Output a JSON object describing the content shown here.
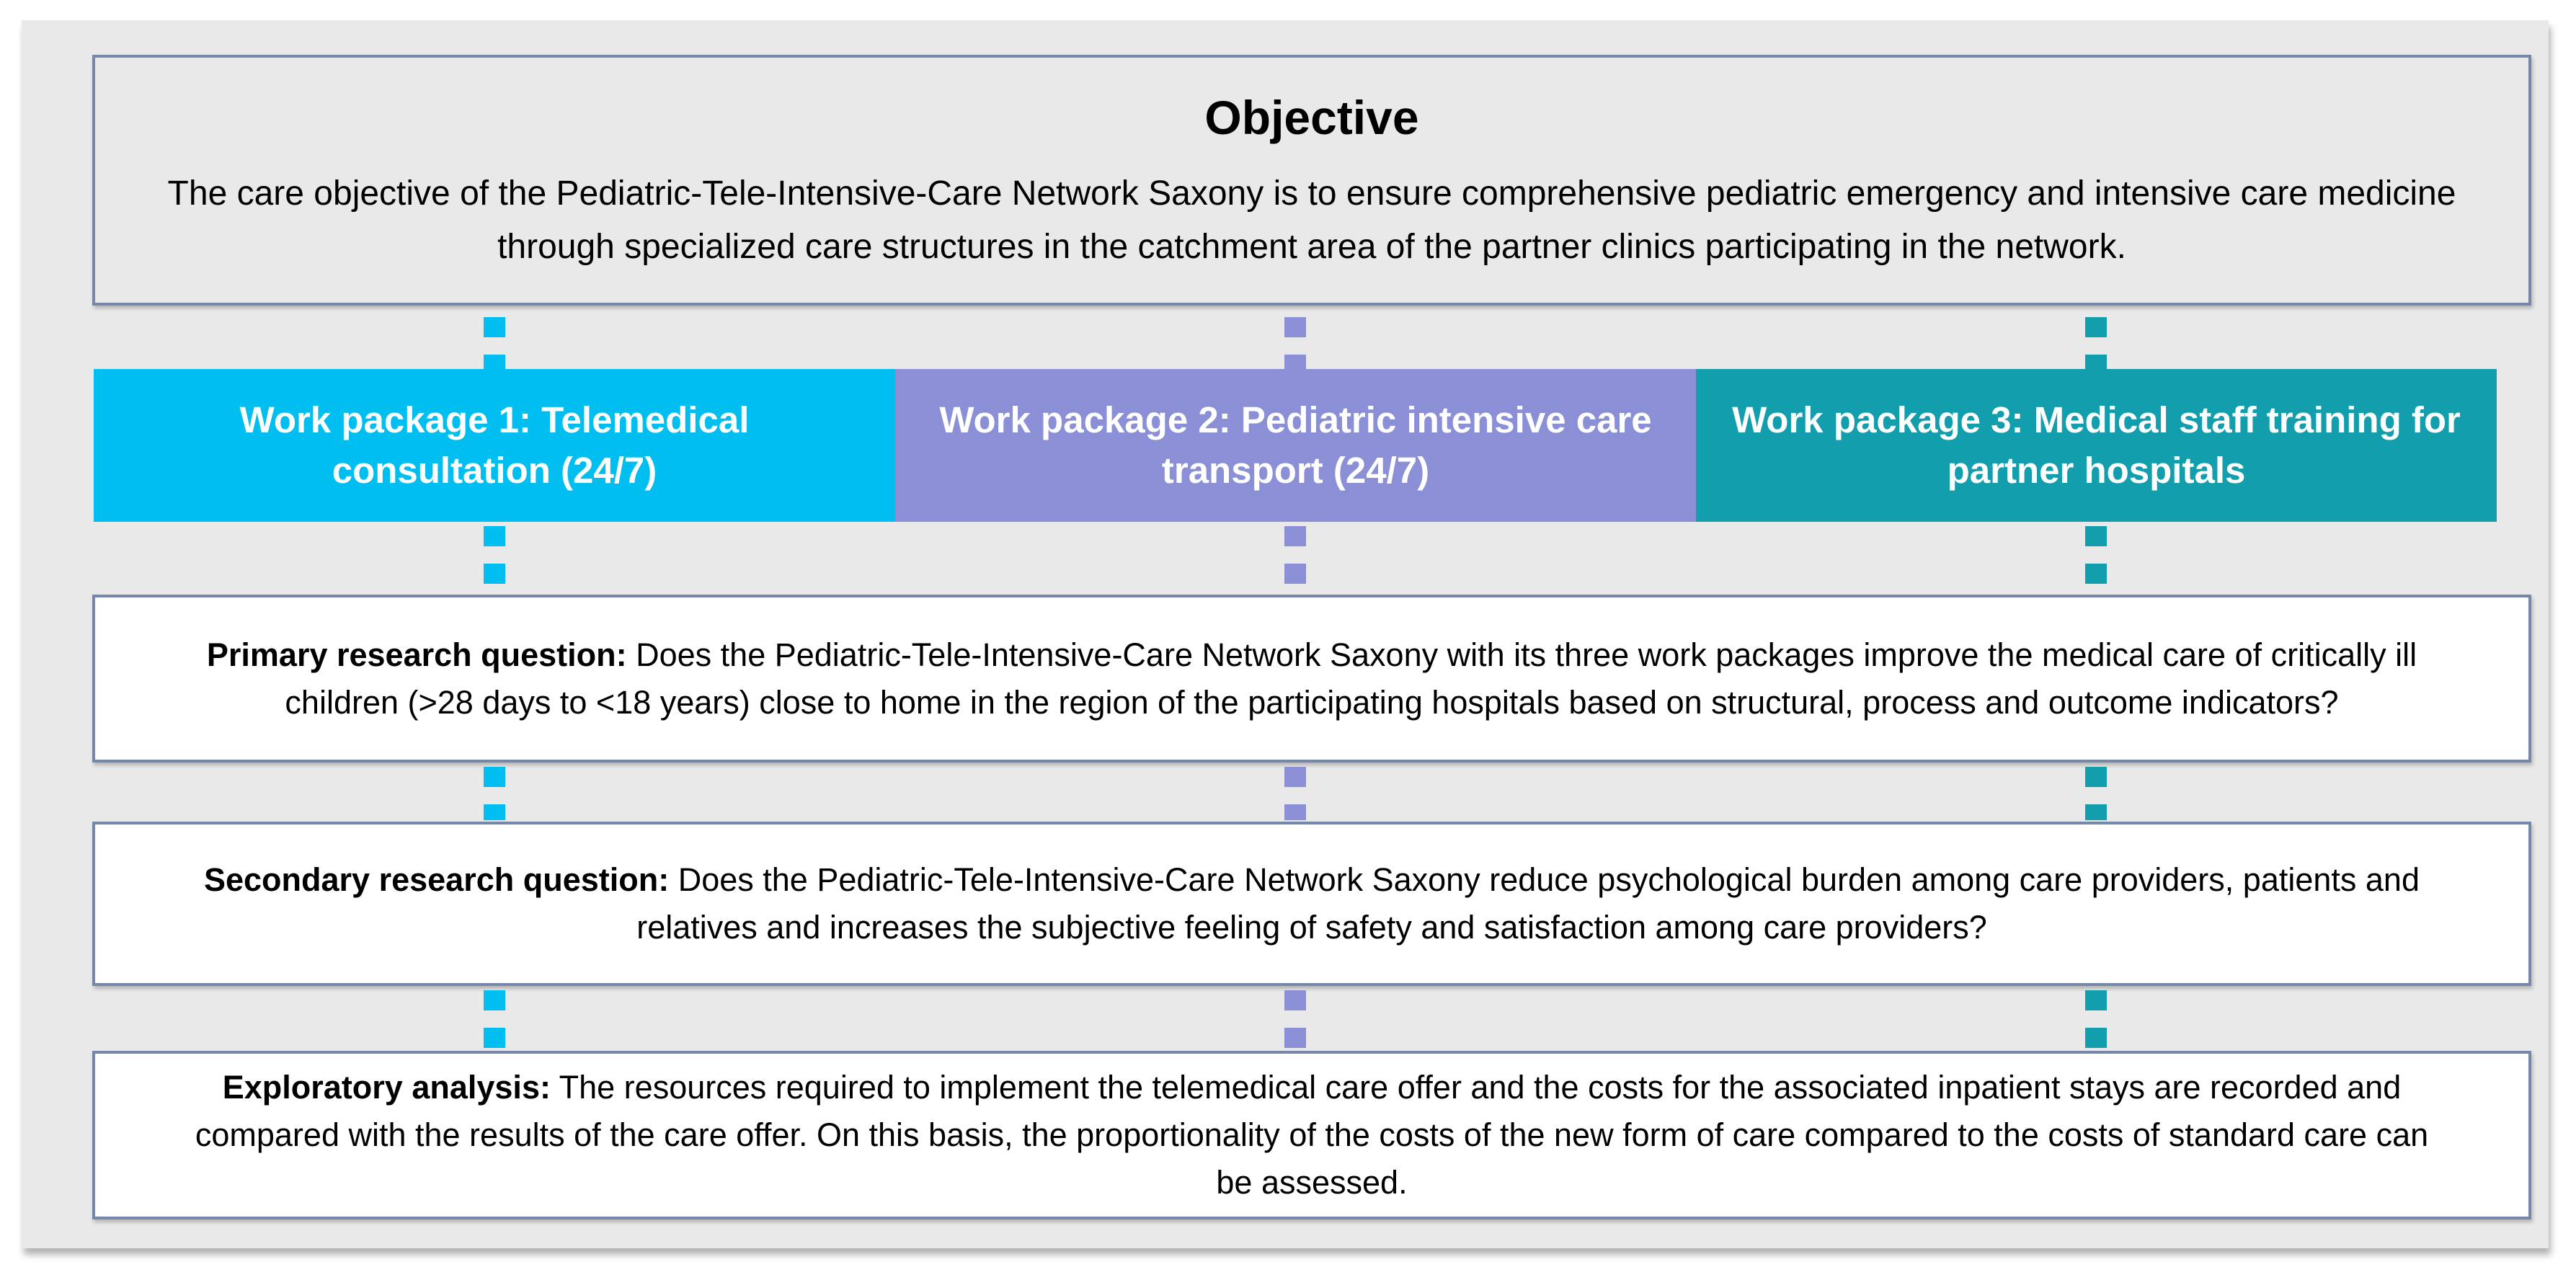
{
  "figure": {
    "objective": {
      "title": "Objective",
      "body": "The care objective of the Pediatric-Tele-Intensive-Care Network Saxony is to ensure comprehensive pediatric emergency and intensive care medicine through specialized care structures in the catchment area of the partner clinics participating in the network."
    },
    "work_packages": [
      {
        "label": "Work package 1: Telemedical consultation (24/7)",
        "color": "#00BEF0"
      },
      {
        "label": "Work package 2: Pediatric intensive care transport (24/7)",
        "color": "#8A8FD6"
      },
      {
        "label": "Work package 3: Medical staff training for partner hospitals",
        "color": "#129EAC"
      }
    ],
    "questions": [
      {
        "label": "Primary research question:",
        "text": " Does the Pediatric-Tele-Intensive-Care Network Saxony with its three work packages improve the medical care of critically ill children (>28 days to <18 years) close to home in the region of the participating hospitals based on structural, process and outcome indicators?"
      },
      {
        "label": "Secondary research question:",
        "text": " Does the Pediatric-Tele-Intensive-Care Network Saxony reduce psychological burden among care providers, patients and relatives and increases the subjective feeling of safety and satisfaction among care providers?"
      },
      {
        "label": "Exploratory analysis:",
        "text": " The resources required to implement the telemedical care offer and the costs for the associated inpatient stays are recorded and compared with the results of the care offer. On this basis, the proportionality of the costs of the new form of care compared to the costs of standard care can be assessed."
      }
    ],
    "colors": {
      "border": "#7688AA",
      "panel_bg": "#E9E9E9",
      "box_bg": "#FFFFFF",
      "text": "#000000",
      "wp1": "#00BEF0",
      "wp2": "#8A8FD6",
      "wp3": "#129EAC"
    }
  }
}
